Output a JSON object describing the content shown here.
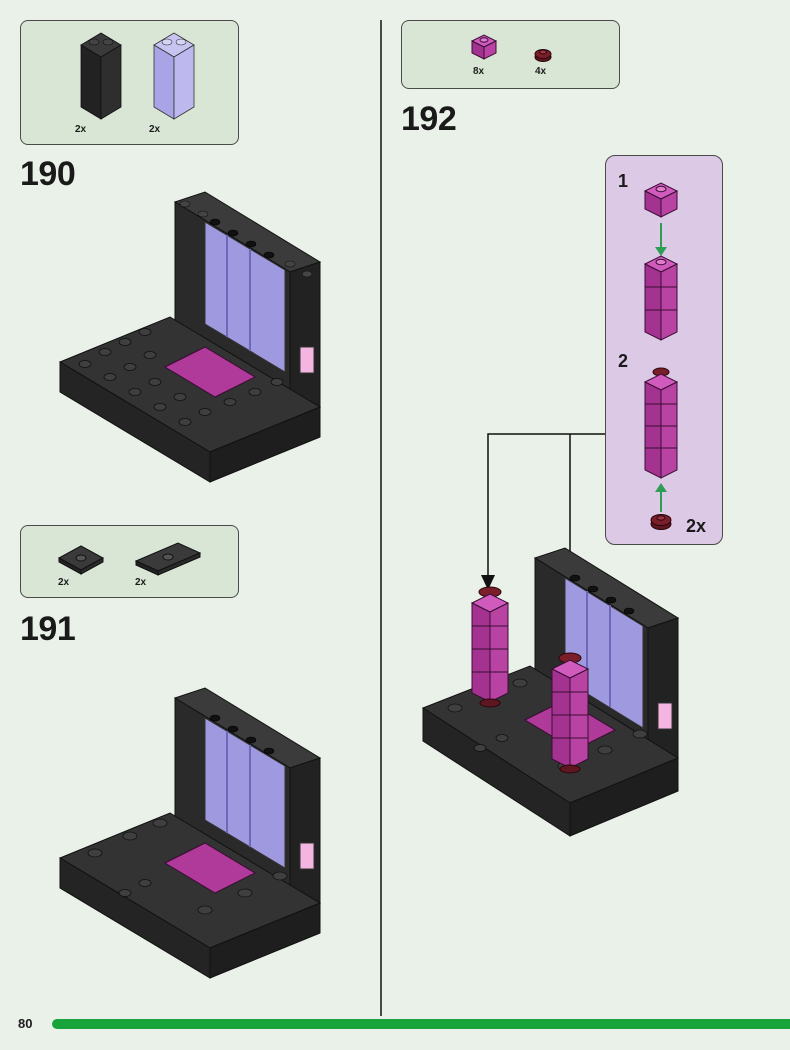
{
  "page": {
    "number": "80"
  },
  "steps": [
    {
      "number": "190",
      "parts": [
        {
          "qty": "2x",
          "name": "black 1x1x3 brick"
        },
        {
          "qty": "2x",
          "name": "trans-purple 1x1x3 panel"
        }
      ]
    },
    {
      "number": "191",
      "parts": [
        {
          "qty": "2x",
          "name": "black 1x2 jumper plate"
        },
        {
          "qty": "2x",
          "name": "black 2x4 jumper plate"
        }
      ]
    },
    {
      "number": "192",
      "parts": [
        {
          "qty": "8x",
          "name": "magenta 1x1 brick"
        },
        {
          "qty": "4x",
          "name": "dark red 1x1 round plate"
        }
      ]
    }
  ],
  "substep": {
    "items": [
      {
        "number": "1"
      },
      {
        "number": "2"
      }
    ],
    "multiplier": "2x"
  },
  "colors": {
    "background": "#e9f1e8",
    "parts_box": "#d9e6d6",
    "substep_box": "#dcc9e6",
    "page_bar": "#18a43a",
    "brick_black": "#2b2b2b",
    "brick_magenta": "#b03a9a",
    "trans_purple": "#a9a4e6",
    "dark_red": "#7a1f2a",
    "pink_tile": "#f4b6e0"
  }
}
